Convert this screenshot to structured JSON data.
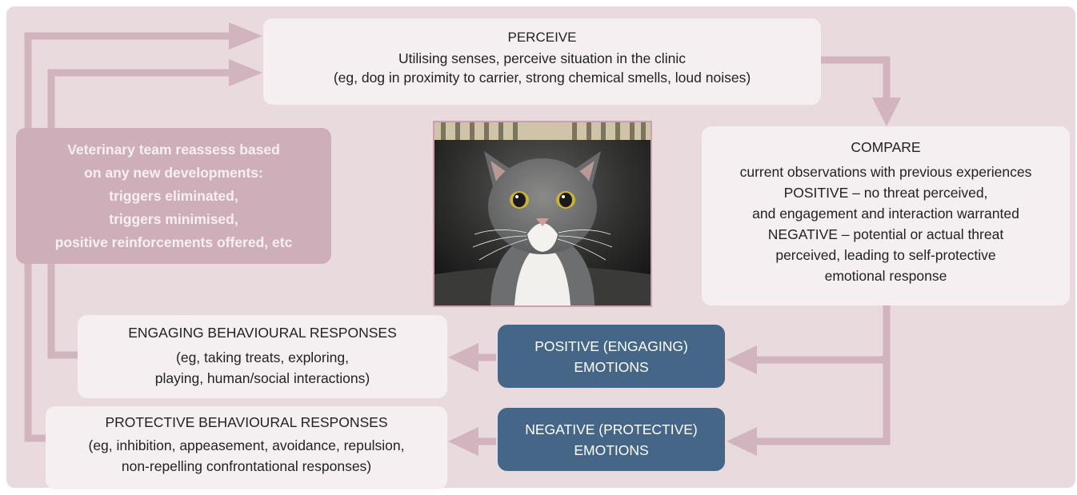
{
  "colors": {
    "background": "#e8dadd",
    "arrow": "#d2b4bf",
    "box_light": "#f5eff1",
    "box_blue": "#456687",
    "box_pink": "#cdaeb9",
    "text_pink": "#f7f0f2"
  },
  "perceive": {
    "title": "PERCEIVE",
    "lines": [
      "Utilising senses, perceive situation in the clinic",
      "(eg, dog in proximity to carrier, strong chemical smells, loud noises)"
    ]
  },
  "compare": {
    "title": "COMPARE",
    "lines": [
      "current observations with previous experiences",
      "POSITIVE – no threat perceived,",
      "and engagement and interaction warranted",
      "NEGATIVE – potential or actual threat",
      "perceived, leading to self-protective",
      "emotional response"
    ]
  },
  "reassess": {
    "lines": [
      "Veterinary team reassess based",
      "on any new developments:",
      "triggers eliminated,",
      "triggers minimised,",
      "positive reinforcements offered, etc"
    ]
  },
  "engaging": {
    "title": "ENGAGING BEHAVIOURAL RESPONSES",
    "lines": [
      "(eg, taking treats, exploring,",
      "playing, human/social interactions)"
    ]
  },
  "protective": {
    "title": "PROTECTIVE BEHAVIOURAL RESPONSES",
    "lines": [
      "(eg, inhibition, appeasement, avoidance, repulsion,",
      "non-repelling confrontational responses)"
    ]
  },
  "positive_emotions": {
    "lines": [
      "POSITIVE (ENGAGING)",
      "EMOTIONS"
    ]
  },
  "negative_emotions": {
    "lines": [
      "NEGATIVE (PROTECTIVE)",
      "EMOTIONS"
    ]
  },
  "image": {
    "subject": "grey-and-white cat in a carrier"
  }
}
